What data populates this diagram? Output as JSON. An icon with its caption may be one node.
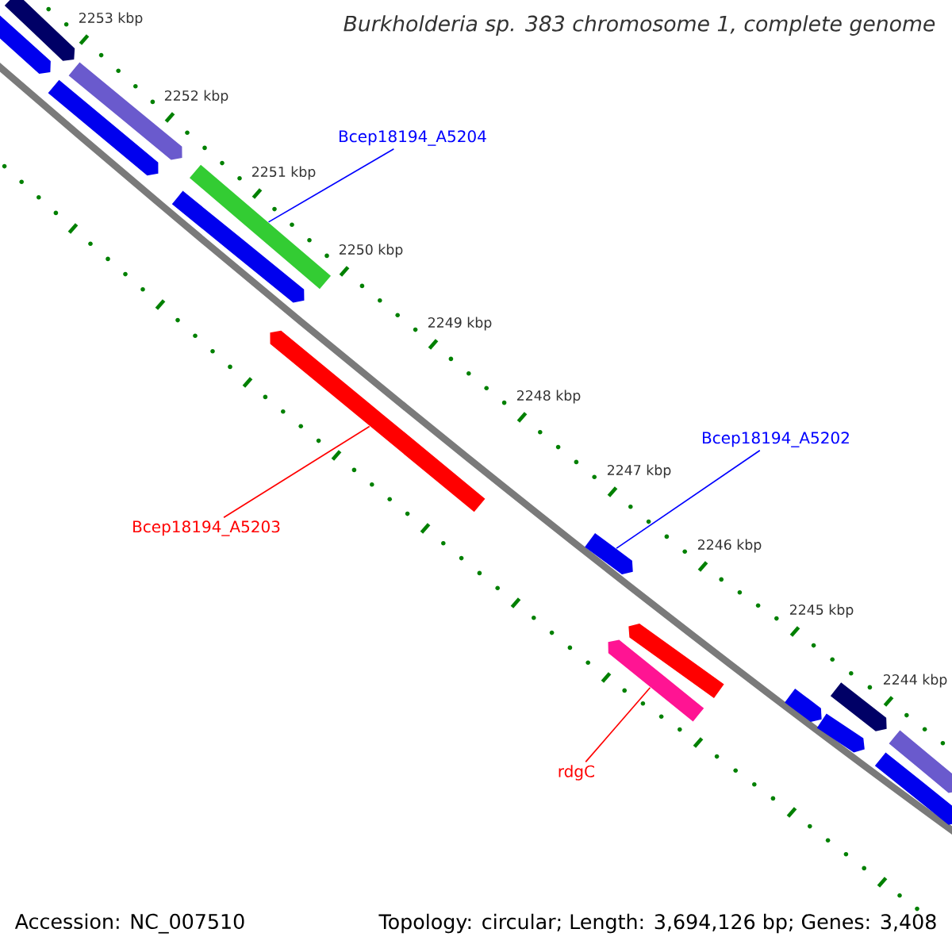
{
  "diagram": {
    "title": "Burkholderia sp. 383 chromosome 1, complete genome",
    "nodes": [
      {
        "text": [
          "Bcep18194_A5204"
        ]
      },
      {
        "text": [
          "Bcep18194_A5202"
        ]
      },
      {
        "text": [
          "Bcep18194_A5203"
        ]
      },
      {
        "text": [
          "rdgC"
        ]
      },
      {
        "text": [],
        "shape": "bar"
      },
      {
        "text": [],
        "shape": "bar"
      },
      {
        "text": [],
        "shape": "bar"
      },
      {
        "text": [],
        "shape": "bar"
      },
      {
        "text": [],
        "shape": "bar"
      },
      {
        "text": [],
        "shape": "bar"
      },
      {
        "text": [],
        "shape": "bar"
      },
      {
        "text": [],
        "shape": "bar"
      },
      {
        "text": [],
        "shape": "bar"
      },
      {
        "text": [],
        "shape": "bar"
      },
      {
        "text": [],
        "shape": "bar"
      },
      {
        "text": [],
        "shape": "bar"
      },
      {
        "text": [],
        "shape": "bar"
      },
      {
        "text": [],
        "shape": "bar"
      },
      {
        "text": [],
        "shape": "bar"
      }
    ],
    "edges": [
      {
        "from": 0,
        "to": 9,
        "arrow": "none",
        "color": "#0000ff"
      },
      {
        "from": 1,
        "to": 11,
        "arrow": "none",
        "color": "#0000ff"
      },
      {
        "from": 2,
        "to": 10,
        "arrow": "none",
        "color": "#ff0000"
      },
      {
        "from": 3,
        "to": 12,
        "arrow": "none",
        "color": "#ff0000"
      }
    ],
    "labels": [
      "2253 kbp",
      "2252 kbp",
      "2251 kbp",
      "2250 kbp",
      "2249 kbp",
      "2248 kbp",
      "2247 kbp",
      "2246 kbp",
      "2245 kbp",
      "2244 kbp",
      "Accession: NC_007510",
      "Topology: circular; Length: 3,694,126 bp; Genes: 3,408"
    ]
  }
}
